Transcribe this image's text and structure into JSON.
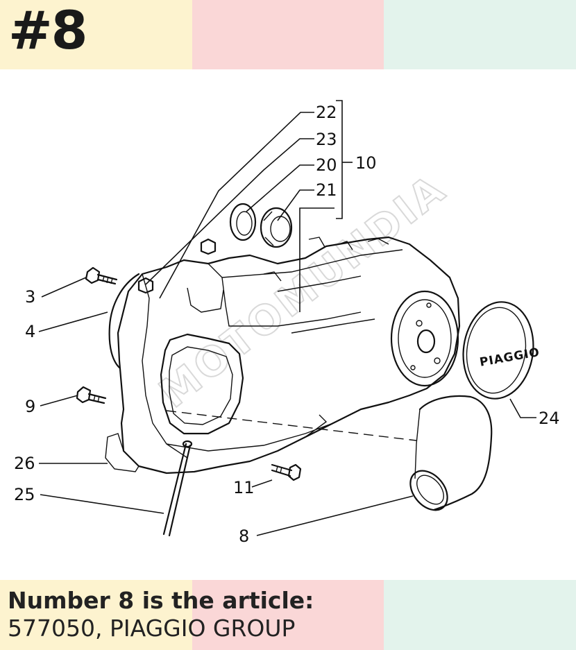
{
  "colors": {
    "stripe_yellow": "#fdf3cf",
    "stripe_pink": "#fad7d7",
    "stripe_mint": "#e3f3ec",
    "text": "#1a1a1a"
  },
  "header": {
    "badge": "#8"
  },
  "diagram": {
    "brand_plate_text": "PIAGGIO",
    "callouts": {
      "c3": "3",
      "c4": "4",
      "c8": "8",
      "c9": "9",
      "c10": "10",
      "c11": "11",
      "c20": "20",
      "c21": "21",
      "c22": "22",
      "c23": "23",
      "c24": "24",
      "c25": "25",
      "c26": "26"
    }
  },
  "footer": {
    "heading": "Number 8 is the article:",
    "detail": "577050, PIAGGIO GROUP"
  }
}
